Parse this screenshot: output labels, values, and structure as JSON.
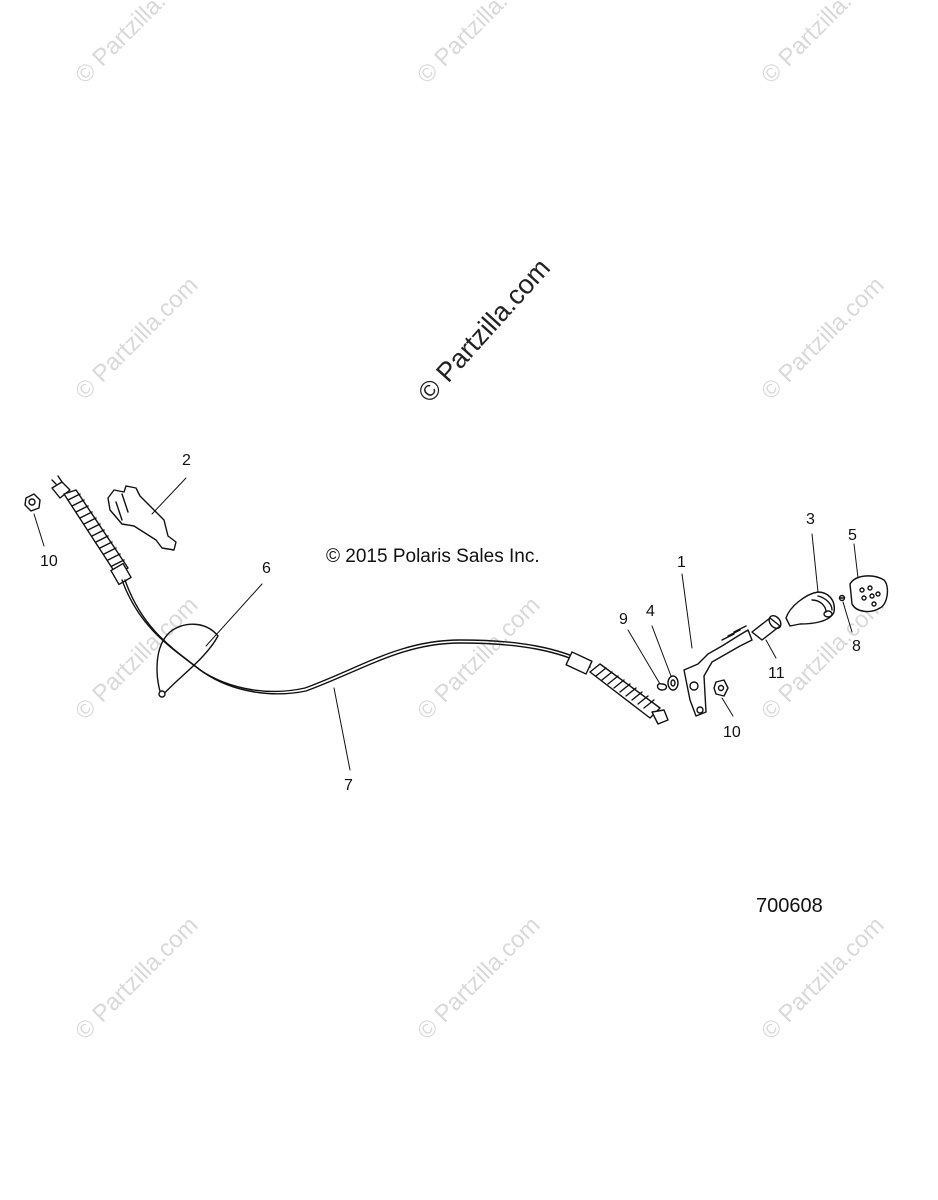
{
  "watermark": {
    "text": "© Partzilla.com"
  },
  "copyright": "© 2015 Polaris Sales Inc.",
  "diagram_id": "700608",
  "callouts": {
    "c1": "1",
    "c2": "2",
    "c3": "3",
    "c4": "4",
    "c5": "5",
    "c6": "6",
    "c7": "7",
    "c8": "8",
    "c9": "9",
    "c10a": "10",
    "c10b": "10",
    "c11": "11"
  }
}
